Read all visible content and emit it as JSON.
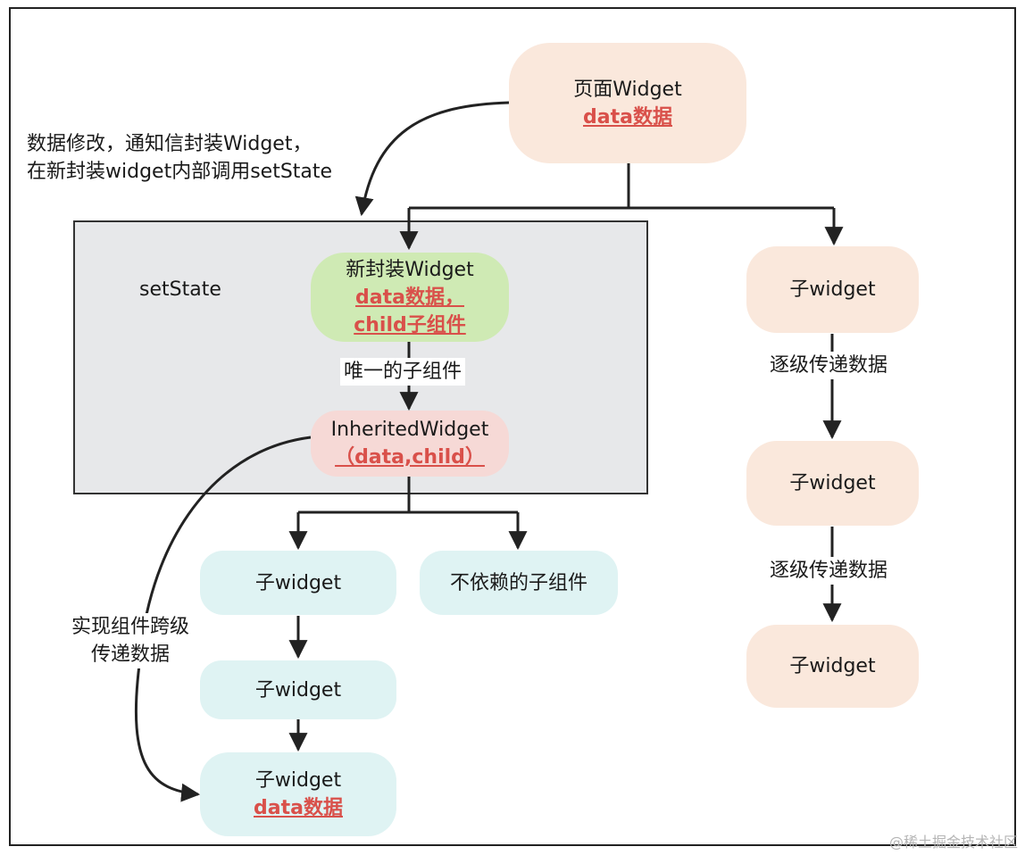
{
  "nodes": {
    "page": {
      "title": "页面Widget",
      "highlight": "data数据"
    },
    "wrapper": {
      "title": "新封装Widget",
      "highlight1": "data数据，",
      "highlight2": "child子组件"
    },
    "inherited": {
      "title": "InheritedWidget",
      "highlight": "（data,child）"
    },
    "right_child_1": {
      "title": "子widget"
    },
    "right_child_2": {
      "title": "子widget"
    },
    "right_child_3": {
      "title": "子widget"
    },
    "left_child_1": {
      "title": "子widget"
    },
    "independent": {
      "title": "不依赖的子组件"
    },
    "left_child_2": {
      "title": "子widget"
    },
    "left_child_3": {
      "title": "子widget",
      "highlight": "data数据"
    }
  },
  "labels": {
    "setstate_box": "setState",
    "modify_note_line1": "数据修改，通知信封装Widget，",
    "modify_note_line2": "在新封装widget内部调用setState",
    "only_child": "唯一的子组件",
    "pass_down_1": "逐级传递数据",
    "pass_down_2": "逐级传递数据",
    "cross_level_line1": "实现组件跨级",
    "cross_level_line2": "传递数据"
  },
  "watermark": "@稀土掘金技术社区",
  "colors": {
    "highlight_text": "#d9504a",
    "page_node": "#fae8dc",
    "wrapper_node": "#cfeab4",
    "inherited_node": "#f6d9d6",
    "branch_node": "#dff3f3",
    "setstate_box": "#e7e8ea"
  }
}
